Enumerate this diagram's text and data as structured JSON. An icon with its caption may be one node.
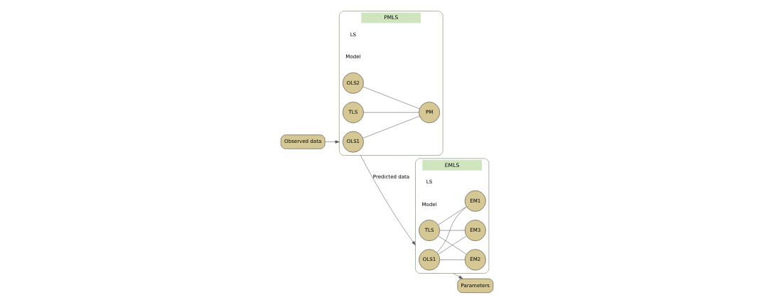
{
  "diagram": {
    "nodes": [
      {
        "text": [
          "Observed data"
        ]
      },
      {
        "text": [
          "PMLS"
        ]
      },
      {
        "text": [
          "OLS1"
        ],
        "in": 1
      },
      {
        "text": [
          "OLS2"
        ],
        "in": 1
      },
      {
        "text": [
          "TLS"
        ],
        "in": 1
      },
      {
        "text": [
          "PM"
        ],
        "in": 1
      },
      {
        "text": [
          "EMLS"
        ]
      },
      {
        "text": [
          "OLS1"
        ],
        "in": 6
      },
      {
        "text": [
          "TLS"
        ],
        "in": 6
      },
      {
        "text": [
          "EM1"
        ],
        "in": 6
      },
      {
        "text": [
          "EM2"
        ],
        "in": 6
      },
      {
        "text": [
          "EM3"
        ],
        "in": 6
      },
      {
        "text": [
          "Parameters"
        ]
      }
    ],
    "edges": [
      {
        "from": 0,
        "to": 1,
        "arrow": "to"
      },
      {
        "from": 2,
        "to": 5,
        "arrow": "none"
      },
      {
        "from": 3,
        "to": 5,
        "arrow": "none"
      },
      {
        "from": 4,
        "to": 5,
        "arrow": "none"
      },
      {
        "from": 1,
        "to": 6,
        "arrow": "to",
        "label": "Predicted data"
      },
      {
        "from": 7,
        "to": 9,
        "arrow": "none"
      },
      {
        "from": 7,
        "to": 10,
        "arrow": "none"
      },
      {
        "from": 7,
        "to": 11,
        "arrow": "none"
      },
      {
        "from": 8,
        "to": 9,
        "arrow": "none"
      },
      {
        "from": 8,
        "to": 10,
        "arrow": "none"
      },
      {
        "from": 8,
        "to": 11,
        "arrow": "none"
      },
      {
        "from": 6,
        "to": 12,
        "arrow": "to"
      }
    ],
    "labels": [
      "LS",
      "Model",
      "LS",
      "Model"
    ]
  }
}
